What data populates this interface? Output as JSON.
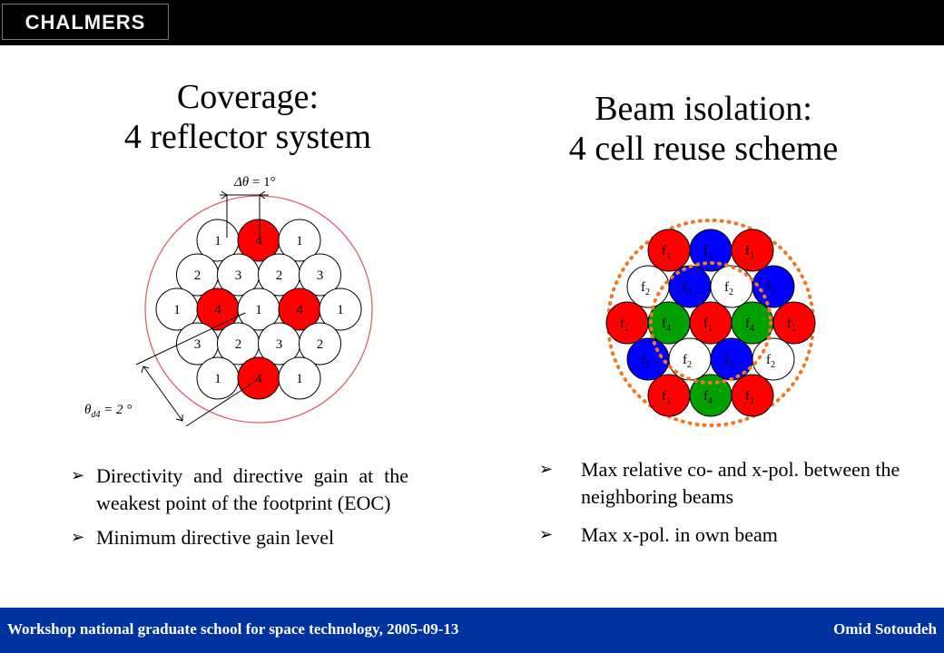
{
  "header": {
    "logo_text": "CHALMERS"
  },
  "coverage": {
    "title_line1": "Coverage:",
    "title_line2": "4 reflector system",
    "delta_label": "Δθ = 1°",
    "theta_label": "θd4 = 2°",
    "theta_parts": [
      "θ",
      "d4",
      " = 2 °"
    ],
    "delta_parts": [
      "Δθ",
      " = 1°"
    ],
    "rows": [
      [
        "1",
        "4",
        "1"
      ],
      [
        "2",
        "3",
        "2",
        "3"
      ],
      [
        "1",
        "4",
        "1",
        "4",
        "1"
      ],
      [
        "3",
        "2",
        "3",
        "2"
      ],
      [
        "1",
        "4",
        "1"
      ]
    ],
    "highlight_label": "4",
    "colors": {
      "highlight": "#ff0000",
      "outer_circle": "#e06070",
      "cell_stroke": "#000000"
    }
  },
  "isolation": {
    "title_line1": "Beam isolation:",
    "title_line2": "4 cell reuse scheme",
    "rows": [
      [
        "1",
        "3",
        "1"
      ],
      [
        "2",
        "3",
        "2",
        "3"
      ],
      [
        "1",
        "4",
        "1",
        "4",
        "1"
      ],
      [
        "3",
        "2",
        "3",
        "2"
      ],
      [
        "1",
        "4",
        "1"
      ]
    ],
    "letter": "f",
    "colors": {
      "1": "#ff0000",
      "2": "#ffffff",
      "3": "#0000ff",
      "4": "#00a000",
      "dots": "#f07820"
    }
  },
  "left_bullets": [
    "Directivity and directive gain at the weakest point of the footprint (EOC)",
    "Minimum directive gain level"
  ],
  "right_bullets": [
    "Max relative co- and x-pol. between the neighboring beams",
    "Max x-pol. in own beam"
  ],
  "footer": {
    "left": "Workshop national graduate school for space technology, 2005-09-13",
    "right": "Omid Sotoudeh"
  }
}
